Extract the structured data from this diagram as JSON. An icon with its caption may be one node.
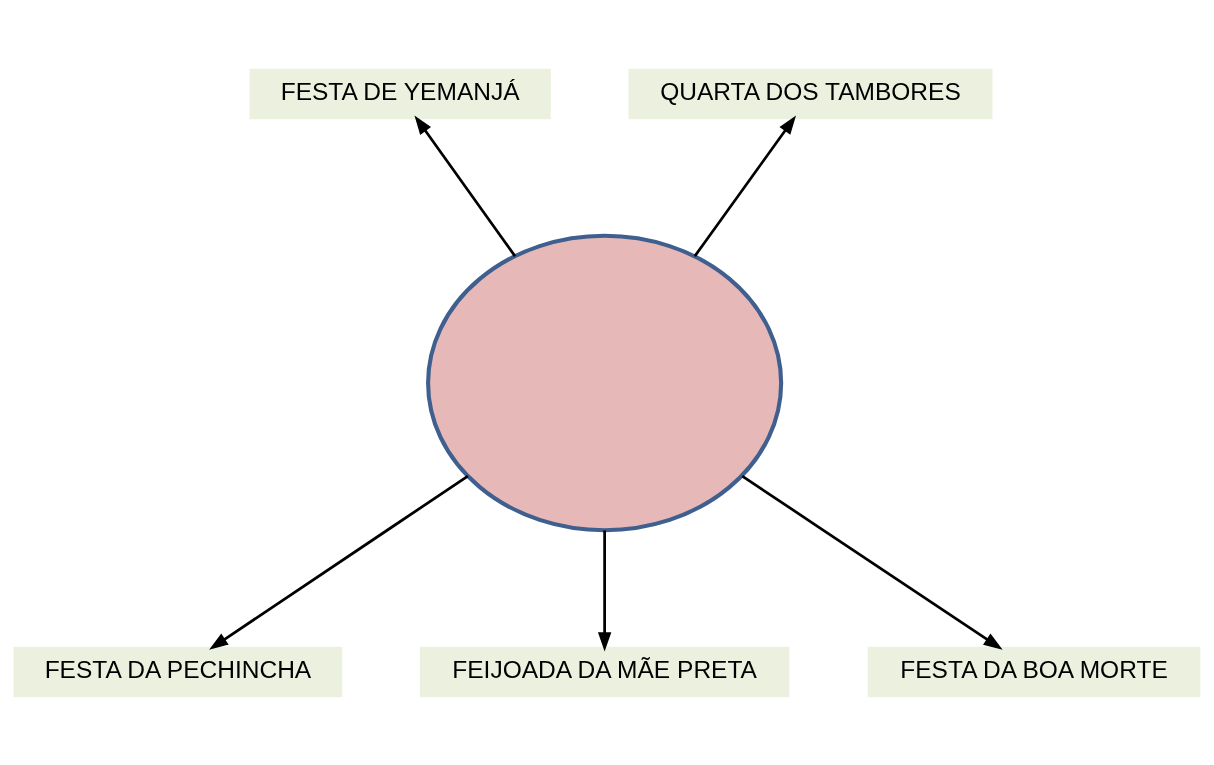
{
  "diagram": {
    "nodes": [
      {
        "text": [
          "FESTA DE YEMANJÁ"
        ]
      },
      {
        "text": [
          "QUARTA DOS TAMBORES"
        ]
      },
      {
        "text": [],
        "shape": "circle"
      },
      {
        "text": [
          "FESTA DA PECHINCHA"
        ]
      },
      {
        "text": [
          "FEIJOADA DA MÃE PRETA"
        ]
      },
      {
        "text": [
          "FESTA DA BOA MORTE"
        ]
      }
    ],
    "edges": [
      {
        "from": 2,
        "to": 0,
        "arrow": "to"
      },
      {
        "from": 2,
        "to": 1,
        "arrow": "to"
      },
      {
        "from": 2,
        "to": 3,
        "arrow": "to"
      },
      {
        "from": 2,
        "to": 4,
        "arrow": "to"
      },
      {
        "from": 2,
        "to": 5,
        "arrow": "to"
      }
    ]
  }
}
